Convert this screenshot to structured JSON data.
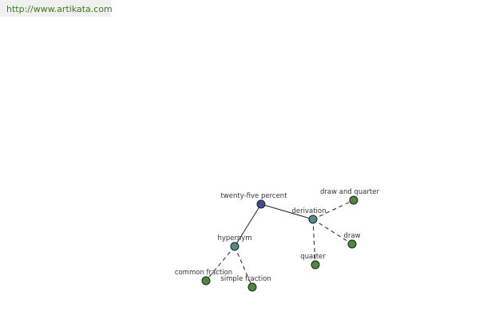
{
  "header": {
    "url_text": "http://www.artikata.com"
  },
  "diagram": {
    "colors": {
      "root_fill": "#3b4f8f",
      "relation_fill": "#4f8d87",
      "leaf_fill": "#4a8a3a",
      "edge": "#222222"
    },
    "nodes": {
      "root": "twenty-five percent",
      "derivation": "derivation",
      "hypernym": "hypernym",
      "draw_and_quarter": "draw and quarter",
      "draw": "draw",
      "quarter": "quarter",
      "common_fraction": "common fraction",
      "simple_fraction": "simple fraction"
    }
  }
}
